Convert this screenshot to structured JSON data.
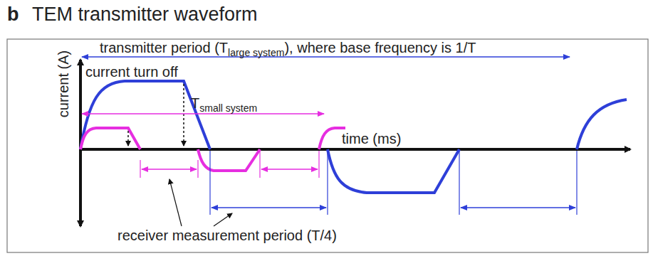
{
  "diagram": {
    "title": "TEM transmitter waveform",
    "labels": [
      "b",
      "transmitter period (T",
      "large system",
      "), where base frequency is 1/T",
      "current (A)",
      "current turn off",
      "T",
      "small system",
      "time (ms)",
      "receiver measurement period (T/4)"
    ]
  }
}
